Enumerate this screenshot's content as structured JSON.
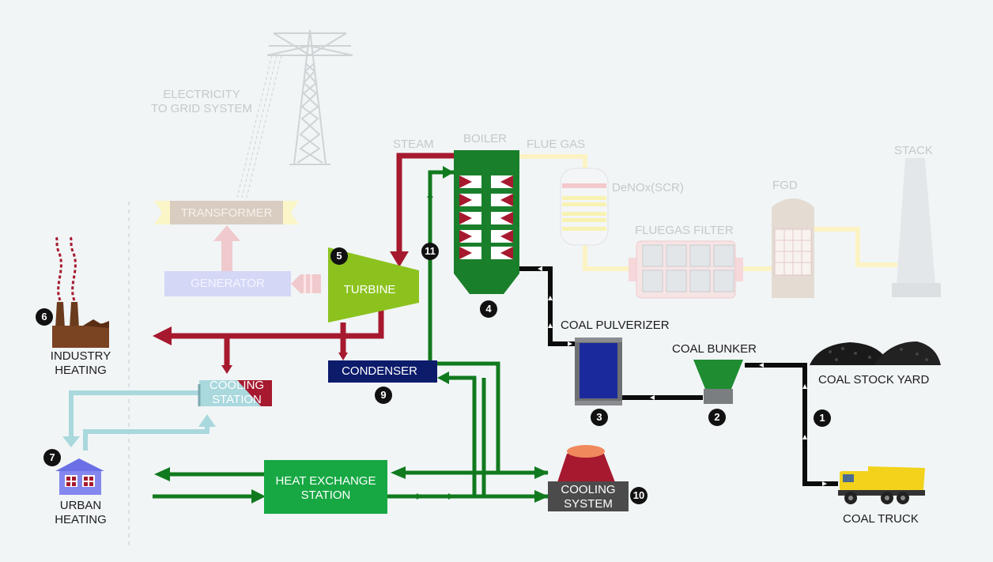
{
  "labels": {
    "electricity": "ELECTRICITY",
    "to_grid": "TO GRID SYSTEM",
    "steam": "STEAM",
    "boiler": "BOILER",
    "flue_gas": "FLUE GAS",
    "denox": "DeNOx(SCR)",
    "fgd": "FGD",
    "stack": "STACK",
    "fluegas_filter": "FLUEGAS FILTER",
    "transformer": "TRANSFORMER",
    "generator": "GENERATOR",
    "turbine": "TURBINE",
    "condenser": "CONDENSER",
    "cooling_station_1": "COOLING",
    "cooling_station_2": "STATION",
    "industry_1": "INDUSTRY",
    "industry_2": "HEATING",
    "urban_1": "URBAN",
    "urban_2": "HEATING",
    "coal_pulverizer": "COAL PULVERIZER",
    "coal_bunker": "COAL BUNKER",
    "coal_stock_yard": "COAL STOCK YARD",
    "coal_truck": "COAL TRUCK",
    "heat_exchange_1": "HEAT EXCHANGE",
    "heat_exchange_2": "STATION",
    "cooling_system_1": "COOLING",
    "cooling_system_2": "SYSTEM"
  },
  "steps": [
    "1",
    "2",
    "3",
    "4",
    "5",
    "6",
    "7",
    "9",
    "10",
    "11"
  ],
  "colors": {
    "steam_red": "#a6192e",
    "water_green": "#117a1e",
    "coal_black": "#0c0c0c",
    "heat_blue": "#a9d8dd",
    "turbine_green": "#8cc21e",
    "condenser_navy": "#0d1b6b",
    "heat_exchange_green": "#17a844",
    "cooling_system_gray": "#4b4b4b",
    "faded_gray": "#c4c9cc"
  }
}
